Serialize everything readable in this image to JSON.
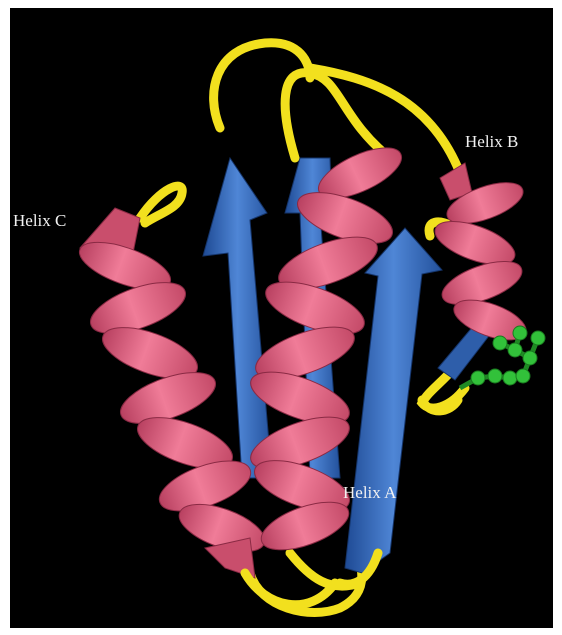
{
  "labels": {
    "helix_a": "Helix A",
    "helix_b": "Helix B",
    "helix_c": "Helix C"
  },
  "colors": {
    "background": "#000000",
    "helix": "#e0607e",
    "sheet": "#3a6ec0",
    "loop": "#f2e01e",
    "ligand": "#28b82e"
  }
}
